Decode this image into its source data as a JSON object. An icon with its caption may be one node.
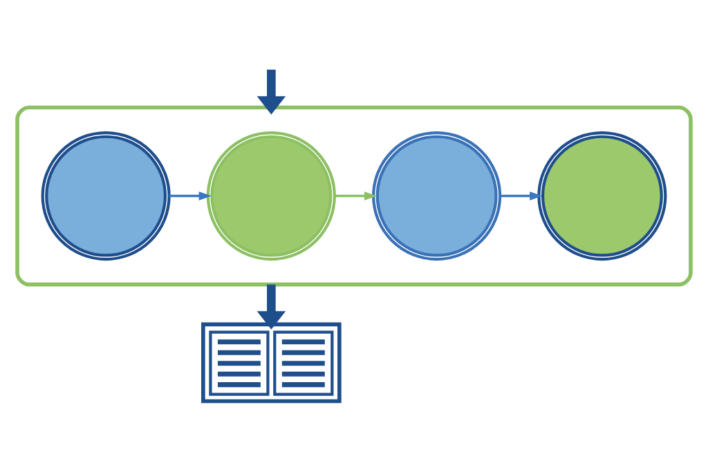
{
  "diagram": {
    "nodes": [
      {
        "text": [],
        "shape": "box"
      },
      {
        "text": [],
        "shape": "circle",
        "in": 0
      },
      {
        "text": [],
        "shape": "circle",
        "in": 0
      },
      {
        "text": [],
        "shape": "circle",
        "in": 0
      },
      {
        "text": [],
        "shape": "circle",
        "in": 0
      },
      {
        "text": [],
        "shape": "picture"
      }
    ],
    "edges": [
      {
        "from": null,
        "to": 0,
        "arrow": "to",
        "style": "thick",
        "color": "#1f4e8c"
      },
      {
        "from": 1,
        "to": 2,
        "arrow": "to"
      },
      {
        "from": 2,
        "to": 3,
        "arrow": "to",
        "color": "#8cc063"
      },
      {
        "from": 3,
        "to": 4,
        "arrow": "to"
      },
      {
        "from": 0,
        "to": 5,
        "arrow": "to",
        "style": "thick",
        "color": "#1f4e8c"
      }
    ]
  }
}
